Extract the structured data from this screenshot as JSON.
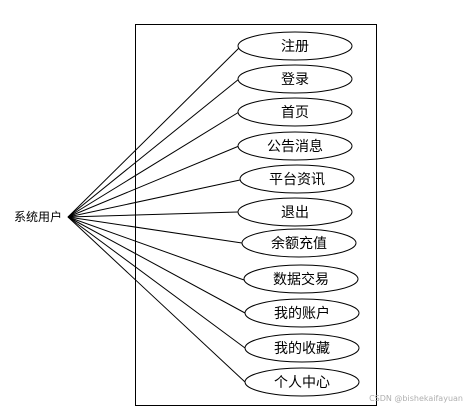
{
  "diagram": {
    "actor": {
      "label": "系统用户"
    },
    "use_cases": [
      {
        "id": "register",
        "label": "注册"
      },
      {
        "id": "login",
        "label": "登录"
      },
      {
        "id": "home",
        "label": "首页"
      },
      {
        "id": "announcements",
        "label": "公告消息"
      },
      {
        "id": "platform-news",
        "label": "平台资讯"
      },
      {
        "id": "logout",
        "label": "退出"
      },
      {
        "id": "balance-recharge",
        "label": "余额充值"
      },
      {
        "id": "data-trading",
        "label": "数据交易"
      },
      {
        "id": "my-account",
        "label": "我的账户"
      },
      {
        "id": "my-favorites",
        "label": "我的收藏"
      },
      {
        "id": "personal-center",
        "label": "个人中心"
      }
    ]
  },
  "watermark": "CSDN @bishekaifayuan",
  "colors": {
    "stroke": "#000000",
    "background": "#ffffff",
    "watermark": "#b0b0b0"
  }
}
